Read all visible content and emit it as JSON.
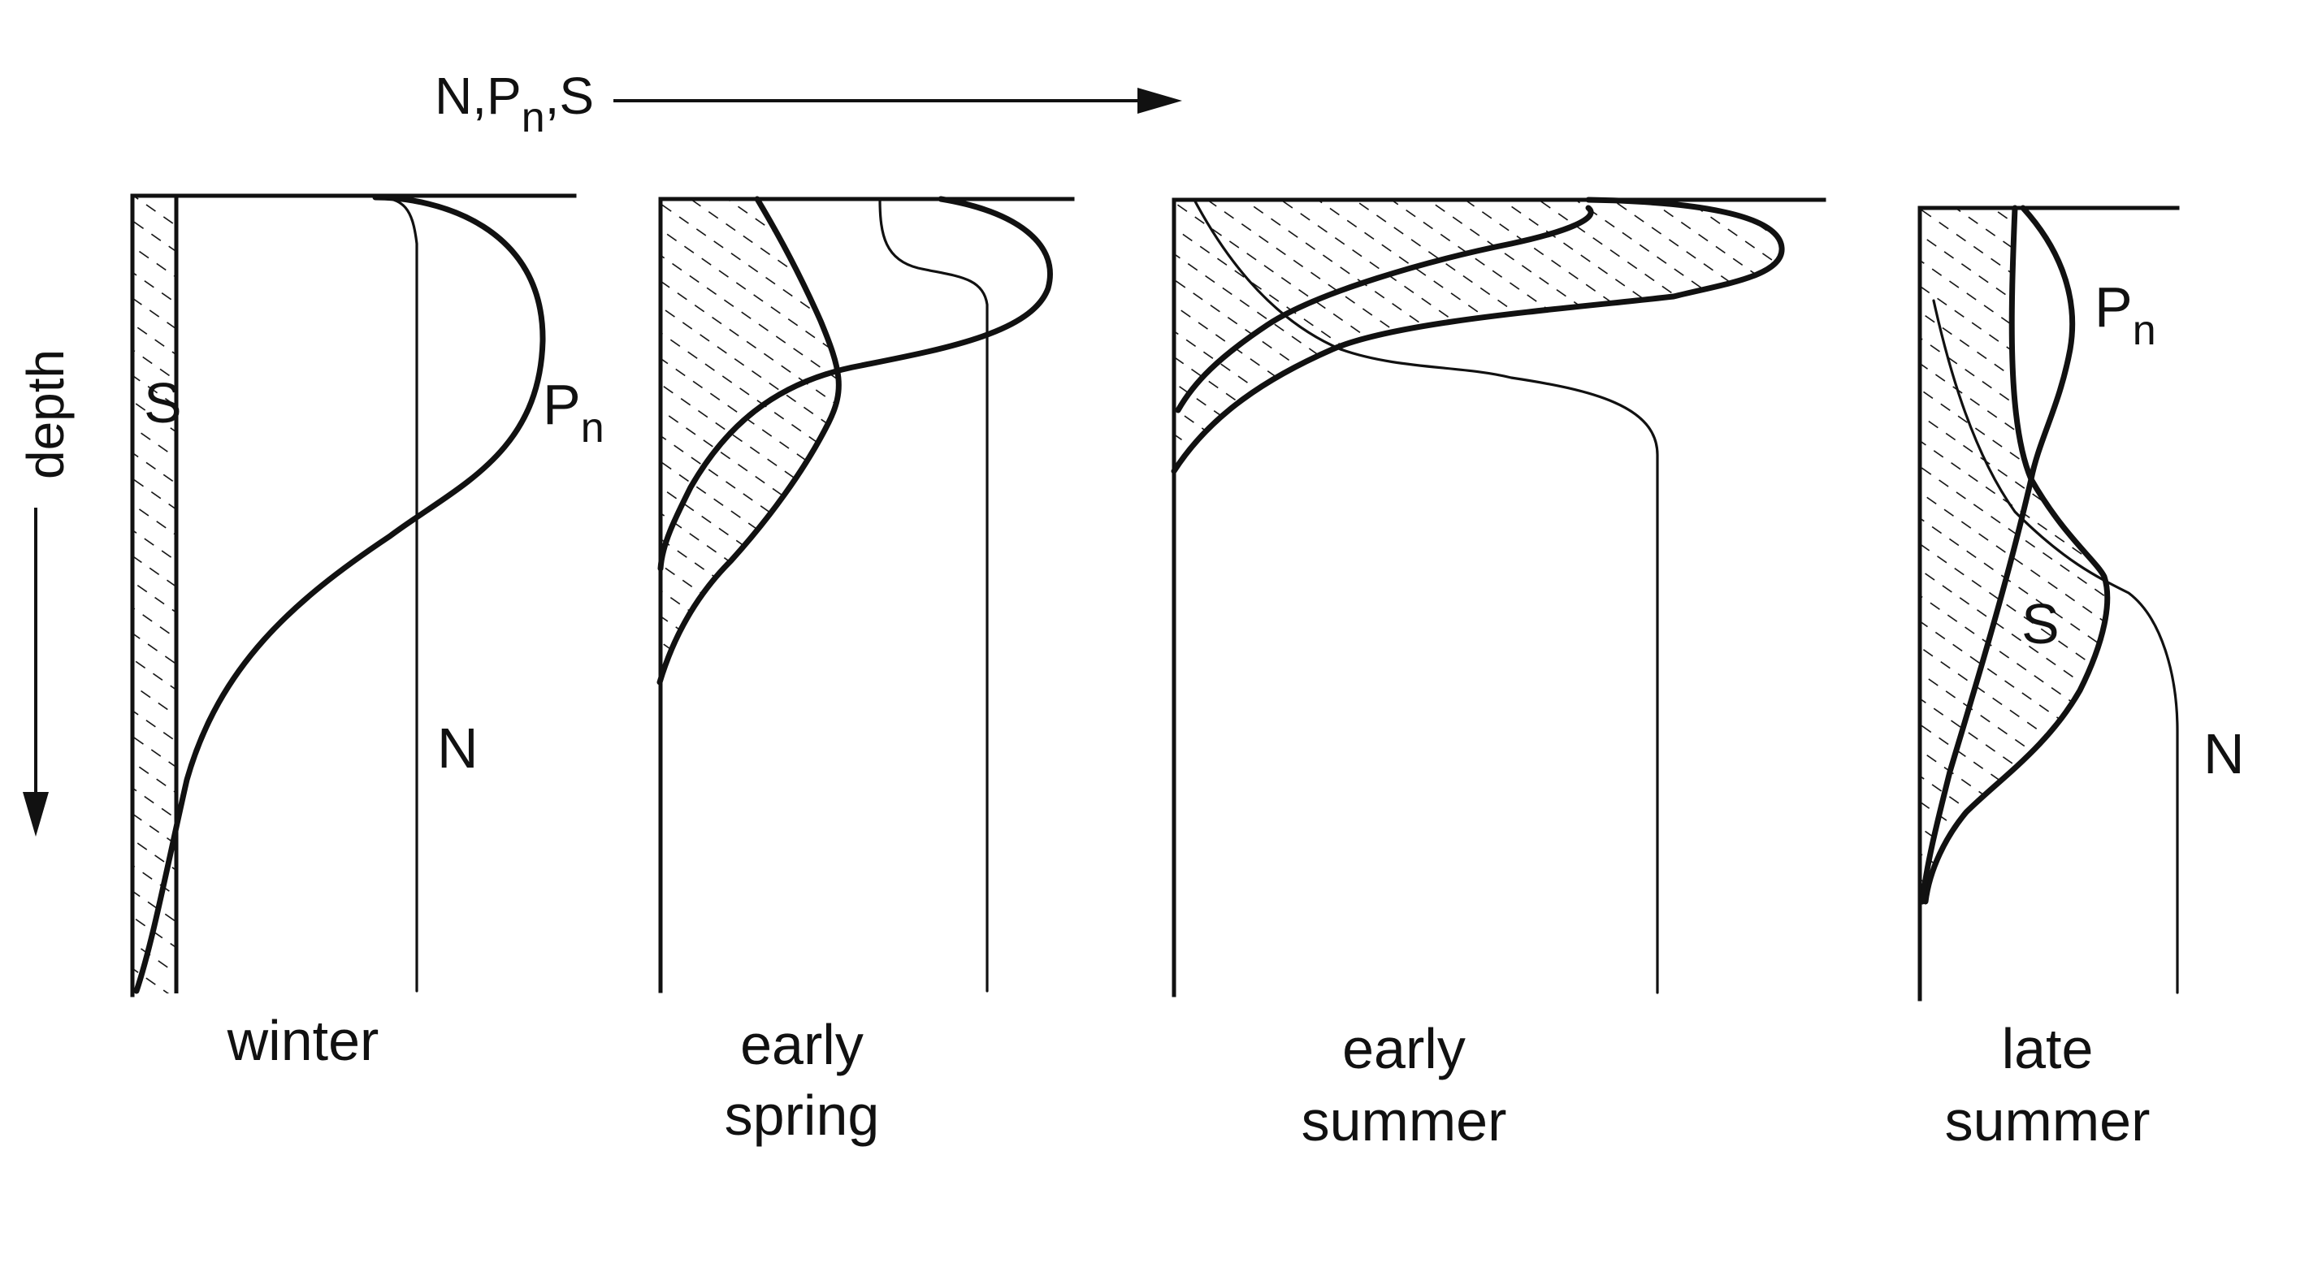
{
  "axis": {
    "concentration_label": {
      "main": "N,P",
      "sub": "n",
      "end": ",S"
    },
    "depth_label": "depth"
  },
  "panels": [
    {
      "id": "winter",
      "caption_lines": [
        "winter"
      ],
      "labels": {
        "S": "S",
        "P": "P",
        "P_sub": "n",
        "N": "N"
      }
    },
    {
      "id": "early-spring",
      "caption_lines": [
        "early",
        "spring"
      ]
    },
    {
      "id": "early-summer",
      "caption_lines": [
        "early",
        "summer"
      ]
    },
    {
      "id": "late-summer",
      "caption_lines": [
        "late",
        "summer"
      ],
      "labels": {
        "S": "S",
        "P": "P",
        "P_sub": "n",
        "N": "N"
      }
    }
  ]
}
